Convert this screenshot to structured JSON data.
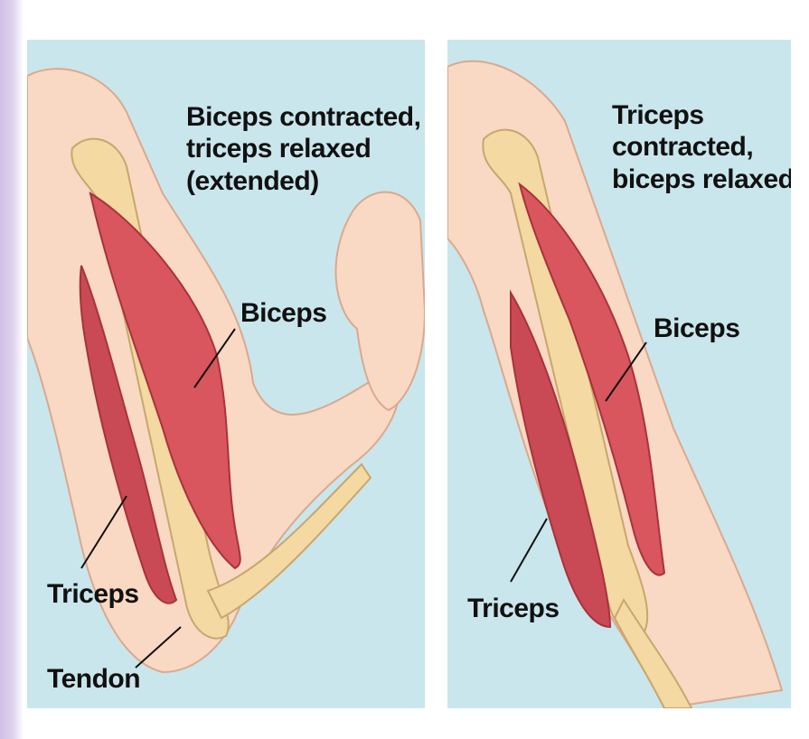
{
  "left_panel": {
    "caption": [
      "Biceps contracted,",
      "triceps relaxed",
      "(extended)"
    ],
    "biceps_label": "Biceps",
    "triceps_label": "Triceps",
    "tendon_label": "Tendon"
  },
  "right_panel": {
    "caption": [
      "Triceps",
      "contracted,",
      "biceps relaxed"
    ],
    "biceps_label": "Biceps",
    "triceps_label": "Triceps"
  },
  "colors": {
    "background": "#c9e6ec",
    "skin": "#f9d9c4",
    "muscle": "#d9565e",
    "bone": "#f4d9a2"
  }
}
